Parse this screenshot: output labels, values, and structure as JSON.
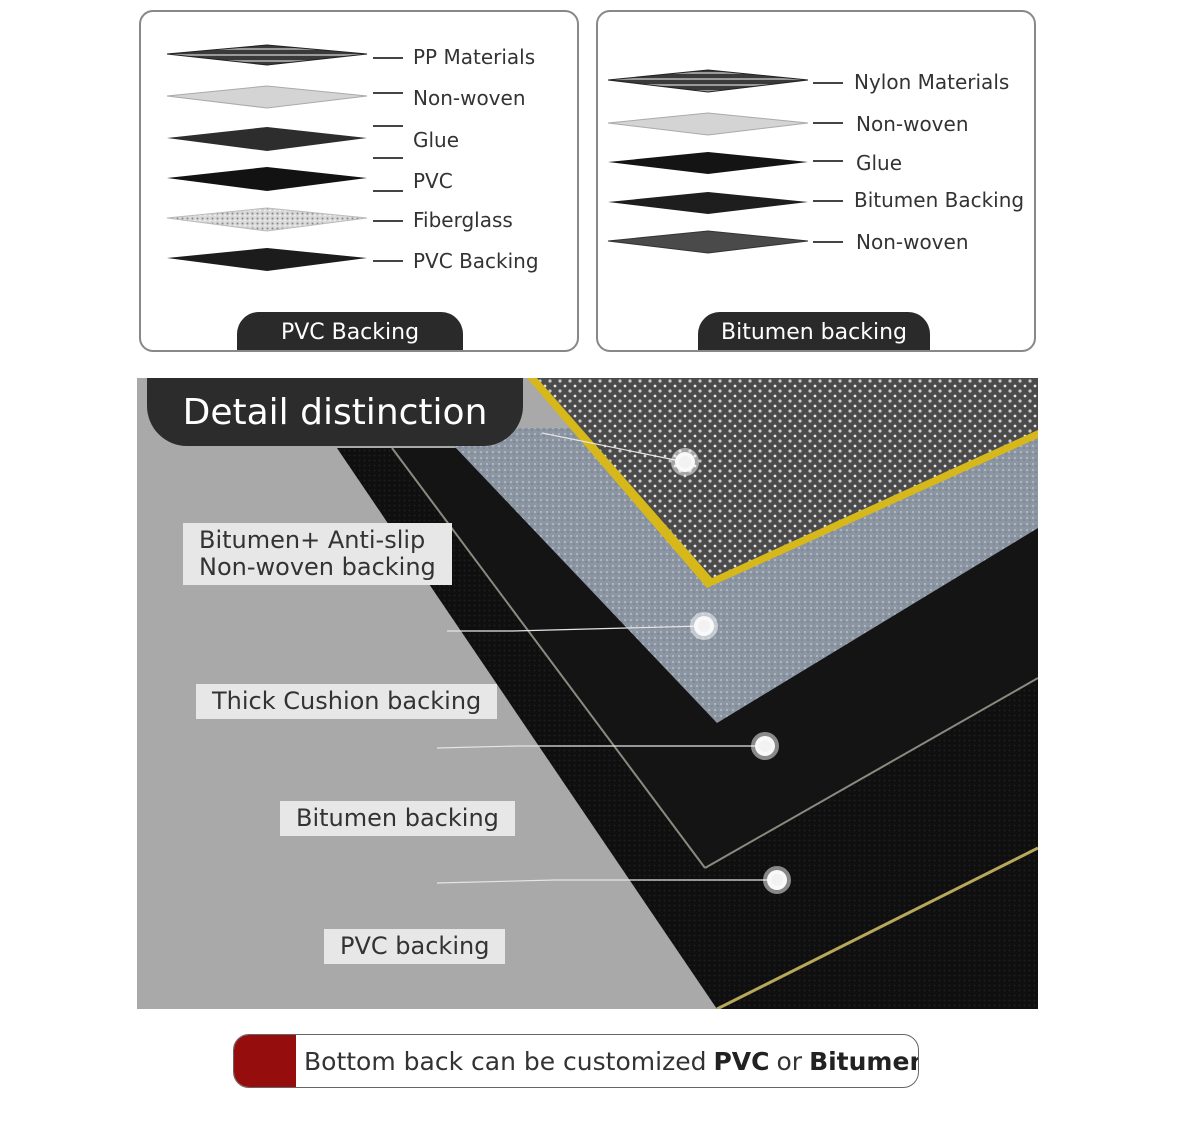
{
  "pvc_panel": {
    "layers": [
      "PP Materials",
      "Non-woven",
      "Glue",
      "PVC",
      "Fiberglass",
      "PVC Backing"
    ],
    "tab_label": "PVC Backing"
  },
  "bitumen_panel": {
    "layers": [
      "Nylon Materials",
      "Non-woven",
      "Glue",
      "Bitumen Backing",
      "Non-woven"
    ],
    "tab_label": "Bitumen backing"
  },
  "detail": {
    "title": "Detail distinction",
    "callouts": [
      {
        "line1": "Bitumen+ Anti-slip",
        "line2": "Non-woven backing"
      },
      {
        "line1": "Thick Cushion backing"
      },
      {
        "line1": "Bitumen backing"
      },
      {
        "line1": "PVC backing"
      }
    ]
  },
  "footer": {
    "text_prefix": "Bottom back can be customized",
    "option_1": "PVC",
    "text_join": "or",
    "option_2": "Bitumen",
    "accent_color": "#960d0d"
  }
}
